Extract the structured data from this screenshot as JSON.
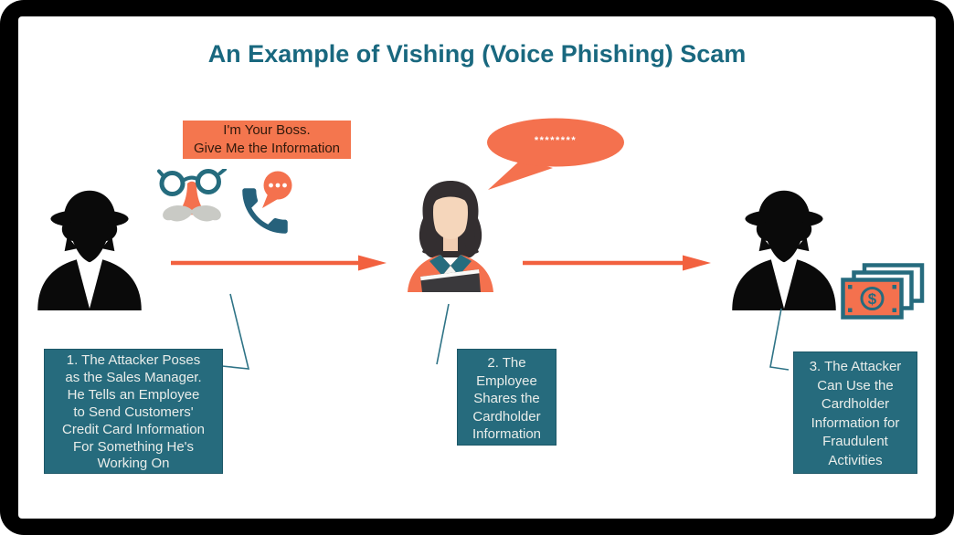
{
  "title": "An Example of Vishing (Voice Phishing) Scam",
  "boss_label": {
    "text": "I'm Your Boss.\nGive Me the Information"
  },
  "speech_bubble": {
    "text": "********"
  },
  "steps": [
    {
      "text": "1. The Attacker Poses\nas the Sales Manager.\nHe Tells an Employee\nto Send Customers'\nCredit Card Information\nFor Something He's\nWorking On"
    },
    {
      "text": "2. The\nEmployee\nShares the\nCardholder\nInformation"
    },
    {
      "text": "3. The Attacker\nCan Use the\nCardholder\nInformation for\nFraudulent\nActivities"
    }
  ],
  "money": {
    "symbol": "$"
  },
  "icons": {
    "left_figure": "spy-attacker",
    "disguise": "glasses-nose-mustache-disguise",
    "phone": "phone-call-with-chat-bubble",
    "middle_figure": "employee-woman-with-folder",
    "bubble": "speech-bubble-password-asterisks",
    "right_figure": "spy-attacker",
    "money": "stacked-dollar-bills"
  },
  "colors": {
    "orange": "#F4714E",
    "arrow_orange": "#F2613F",
    "teal_box": "#266B7D",
    "title_teal": "#19687F",
    "leader_line": "#2E7386",
    "money_teal": "#266B7E",
    "mustache_gray": "#C9CAC5",
    "frame_black": "#000000"
  }
}
